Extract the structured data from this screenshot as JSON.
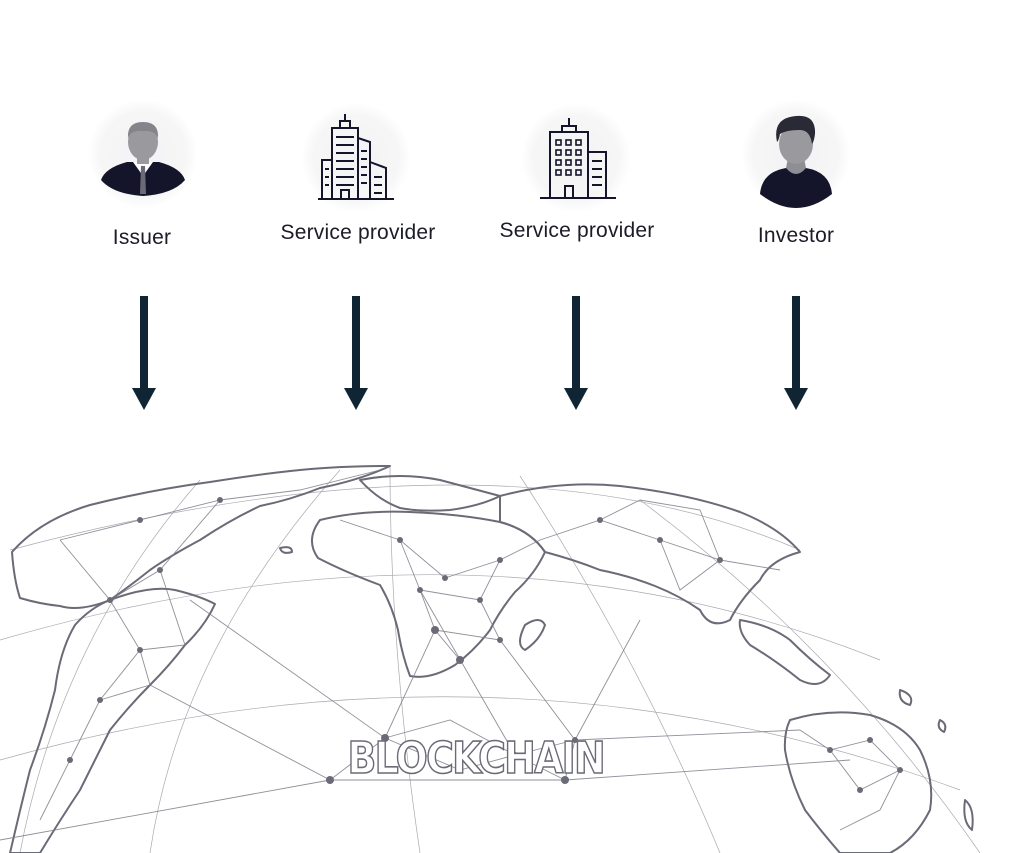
{
  "actors": [
    {
      "label": "Issuer",
      "icon": "businessman-icon"
    },
    {
      "label": "Service provider",
      "icon": "office-building-icon"
    },
    {
      "label": "Service provider",
      "icon": "office-tower-icon"
    },
    {
      "label": "Investor",
      "icon": "person-icon"
    }
  ],
  "network": {
    "label": "BLOCKCHAIN"
  },
  "colors": {
    "arrow": "#0f2533",
    "icon_dark": "#14142a",
    "icon_gray": "#9a9a9e",
    "map_line": "#6b6b78"
  }
}
